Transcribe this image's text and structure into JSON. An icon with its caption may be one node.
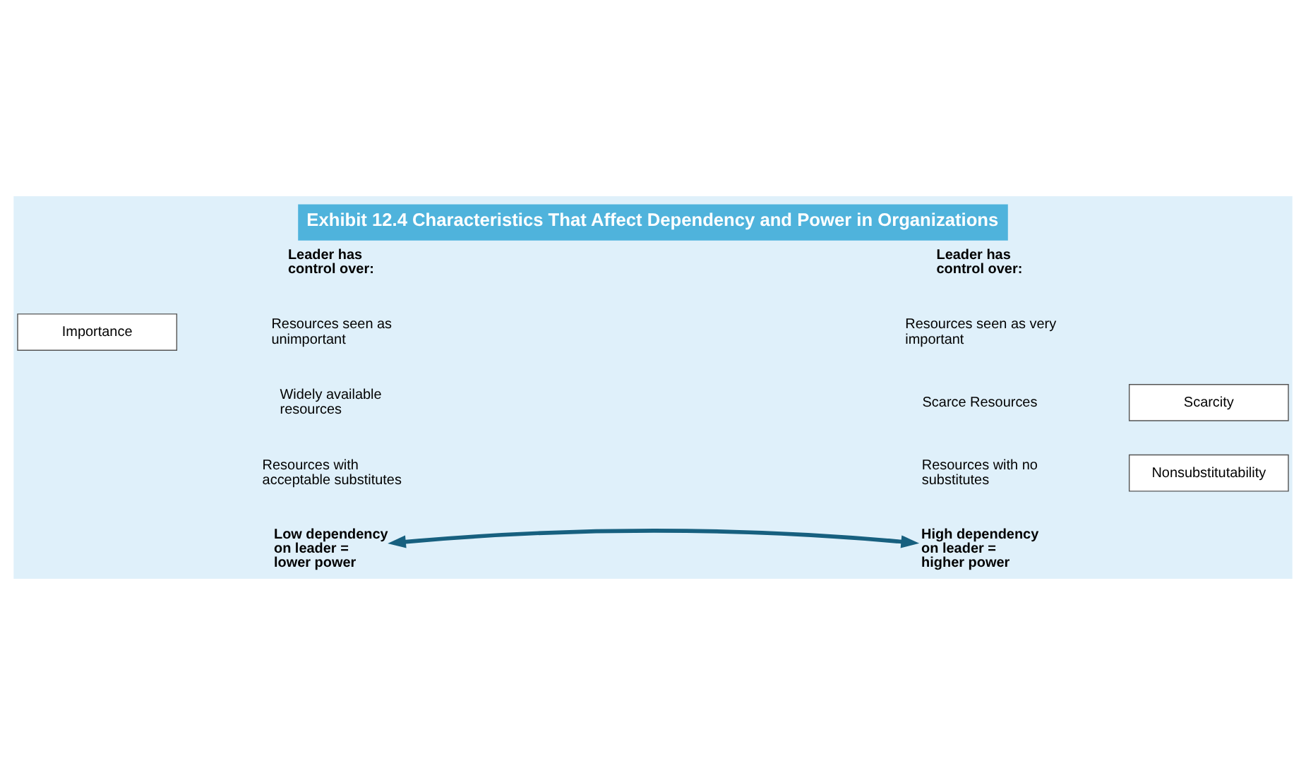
{
  "diagram": {
    "title": "Exhibit 12.4 Characteristics That Affect Dependency and Power in Organizations",
    "nodes": [
      {
        "text": [
          "Importance"
        ]
      },
      {
        "text": [
          "Scarcity"
        ]
      },
      {
        "text": [
          "Nonsubstitutability"
        ]
      },
      {
        "text": [
          "Low dependency on leader = lower power"
        ]
      },
      {
        "text": [
          "High dependency on leader = higher power"
        ]
      }
    ],
    "edges": [
      {
        "from": 3,
        "to": 4,
        "arrow": "both"
      }
    ],
    "labels": [
      "Leader has control over:",
      "Leader has control over:",
      "Resources seen as unimportant",
      "Resources seen as very important",
      "Widely available resources",
      "Scarce Resources",
      "Resources with acceptable substitutes",
      "Resources with no substitutes"
    ]
  }
}
